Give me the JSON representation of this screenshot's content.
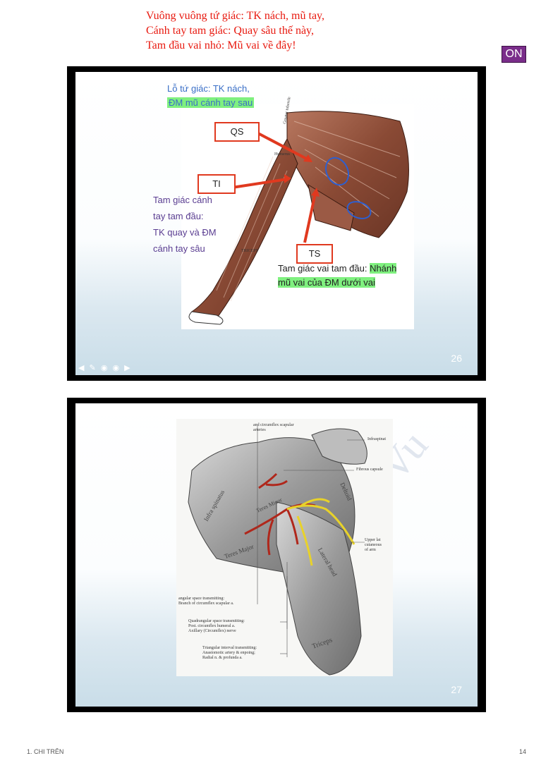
{
  "mnemonic": {
    "line1": "Vuông vuông tứ giác: TK nách, mũ tay,",
    "line2": "Cánh tay tam giác: Quay sâu thế này,",
    "line3": "Tam đầu vai nhỏ: Mũ vai về đây!"
  },
  "on_badge": "ON",
  "slide1": {
    "blue_line1": "Lỗ tứ giác: TK nách,",
    "blue_line2": "ĐM mũ cánh tay sau",
    "purple_lines": [
      "Tam giác cánh",
      "tay tam đầu:",
      "TK quay và ĐM",
      "cánh tay sâu"
    ],
    "box_qs": "QS",
    "box_ti": "TI",
    "box_ts": "TS",
    "ts_text_part1": "Tam giác vai tam đầu: ",
    "ts_text_highlight1": "Nhánh",
    "ts_text_highlight2": "mũ vai của ĐM dưới vai",
    "anatomy_labels": [
      "Greater tubercle",
      "Humerus",
      "Triceps"
    ],
    "slide_number": "26",
    "nav_icons": [
      "arrow-left-icon",
      "pen-icon",
      "menu-icon",
      "zoom-icon",
      "arrow-right-icon"
    ]
  },
  "slide2": {
    "labels": {
      "top": "and circumflex scapular arteries",
      "infraspinatus": "Infraspinat",
      "fibrous": "Fibrous capsule",
      "upper_lat1": "Upper lat",
      "upper_lat2": "cutaneous",
      "upper_lat3": "of arm",
      "triangular_space1": "angular space transmitting:",
      "triangular_space2": "Branch of circumflex scapular a.",
      "quad1": "Quadrangular space transmitting:",
      "quad2": "Post. circumflex humeral a.",
      "quad3": "Axillary (Circumflex) nerve",
      "interval1": "Triangular interval transmitting:",
      "interval2": "Anastomotic artery & enpoing;",
      "interval3": "Radial n. & profunda a.",
      "teres_major": "Teres Major",
      "teres_minor": "Teres Minor",
      "infra_muscle": "Infra spinatus",
      "lateral": "Lateral head",
      "triceps": "Triceps",
      "deltoid": "Deltoid"
    },
    "slide_number": "27"
  },
  "footer": {
    "left": "1. CHI TRÊN",
    "right": "14"
  },
  "colors": {
    "mnemonic": "#e8190f",
    "badge": "#7a2d8a",
    "box_border": "#e0391f",
    "highlight": "#7ff07f",
    "blue_text": "#3a6fc7",
    "purple_text": "#5a3d91"
  }
}
